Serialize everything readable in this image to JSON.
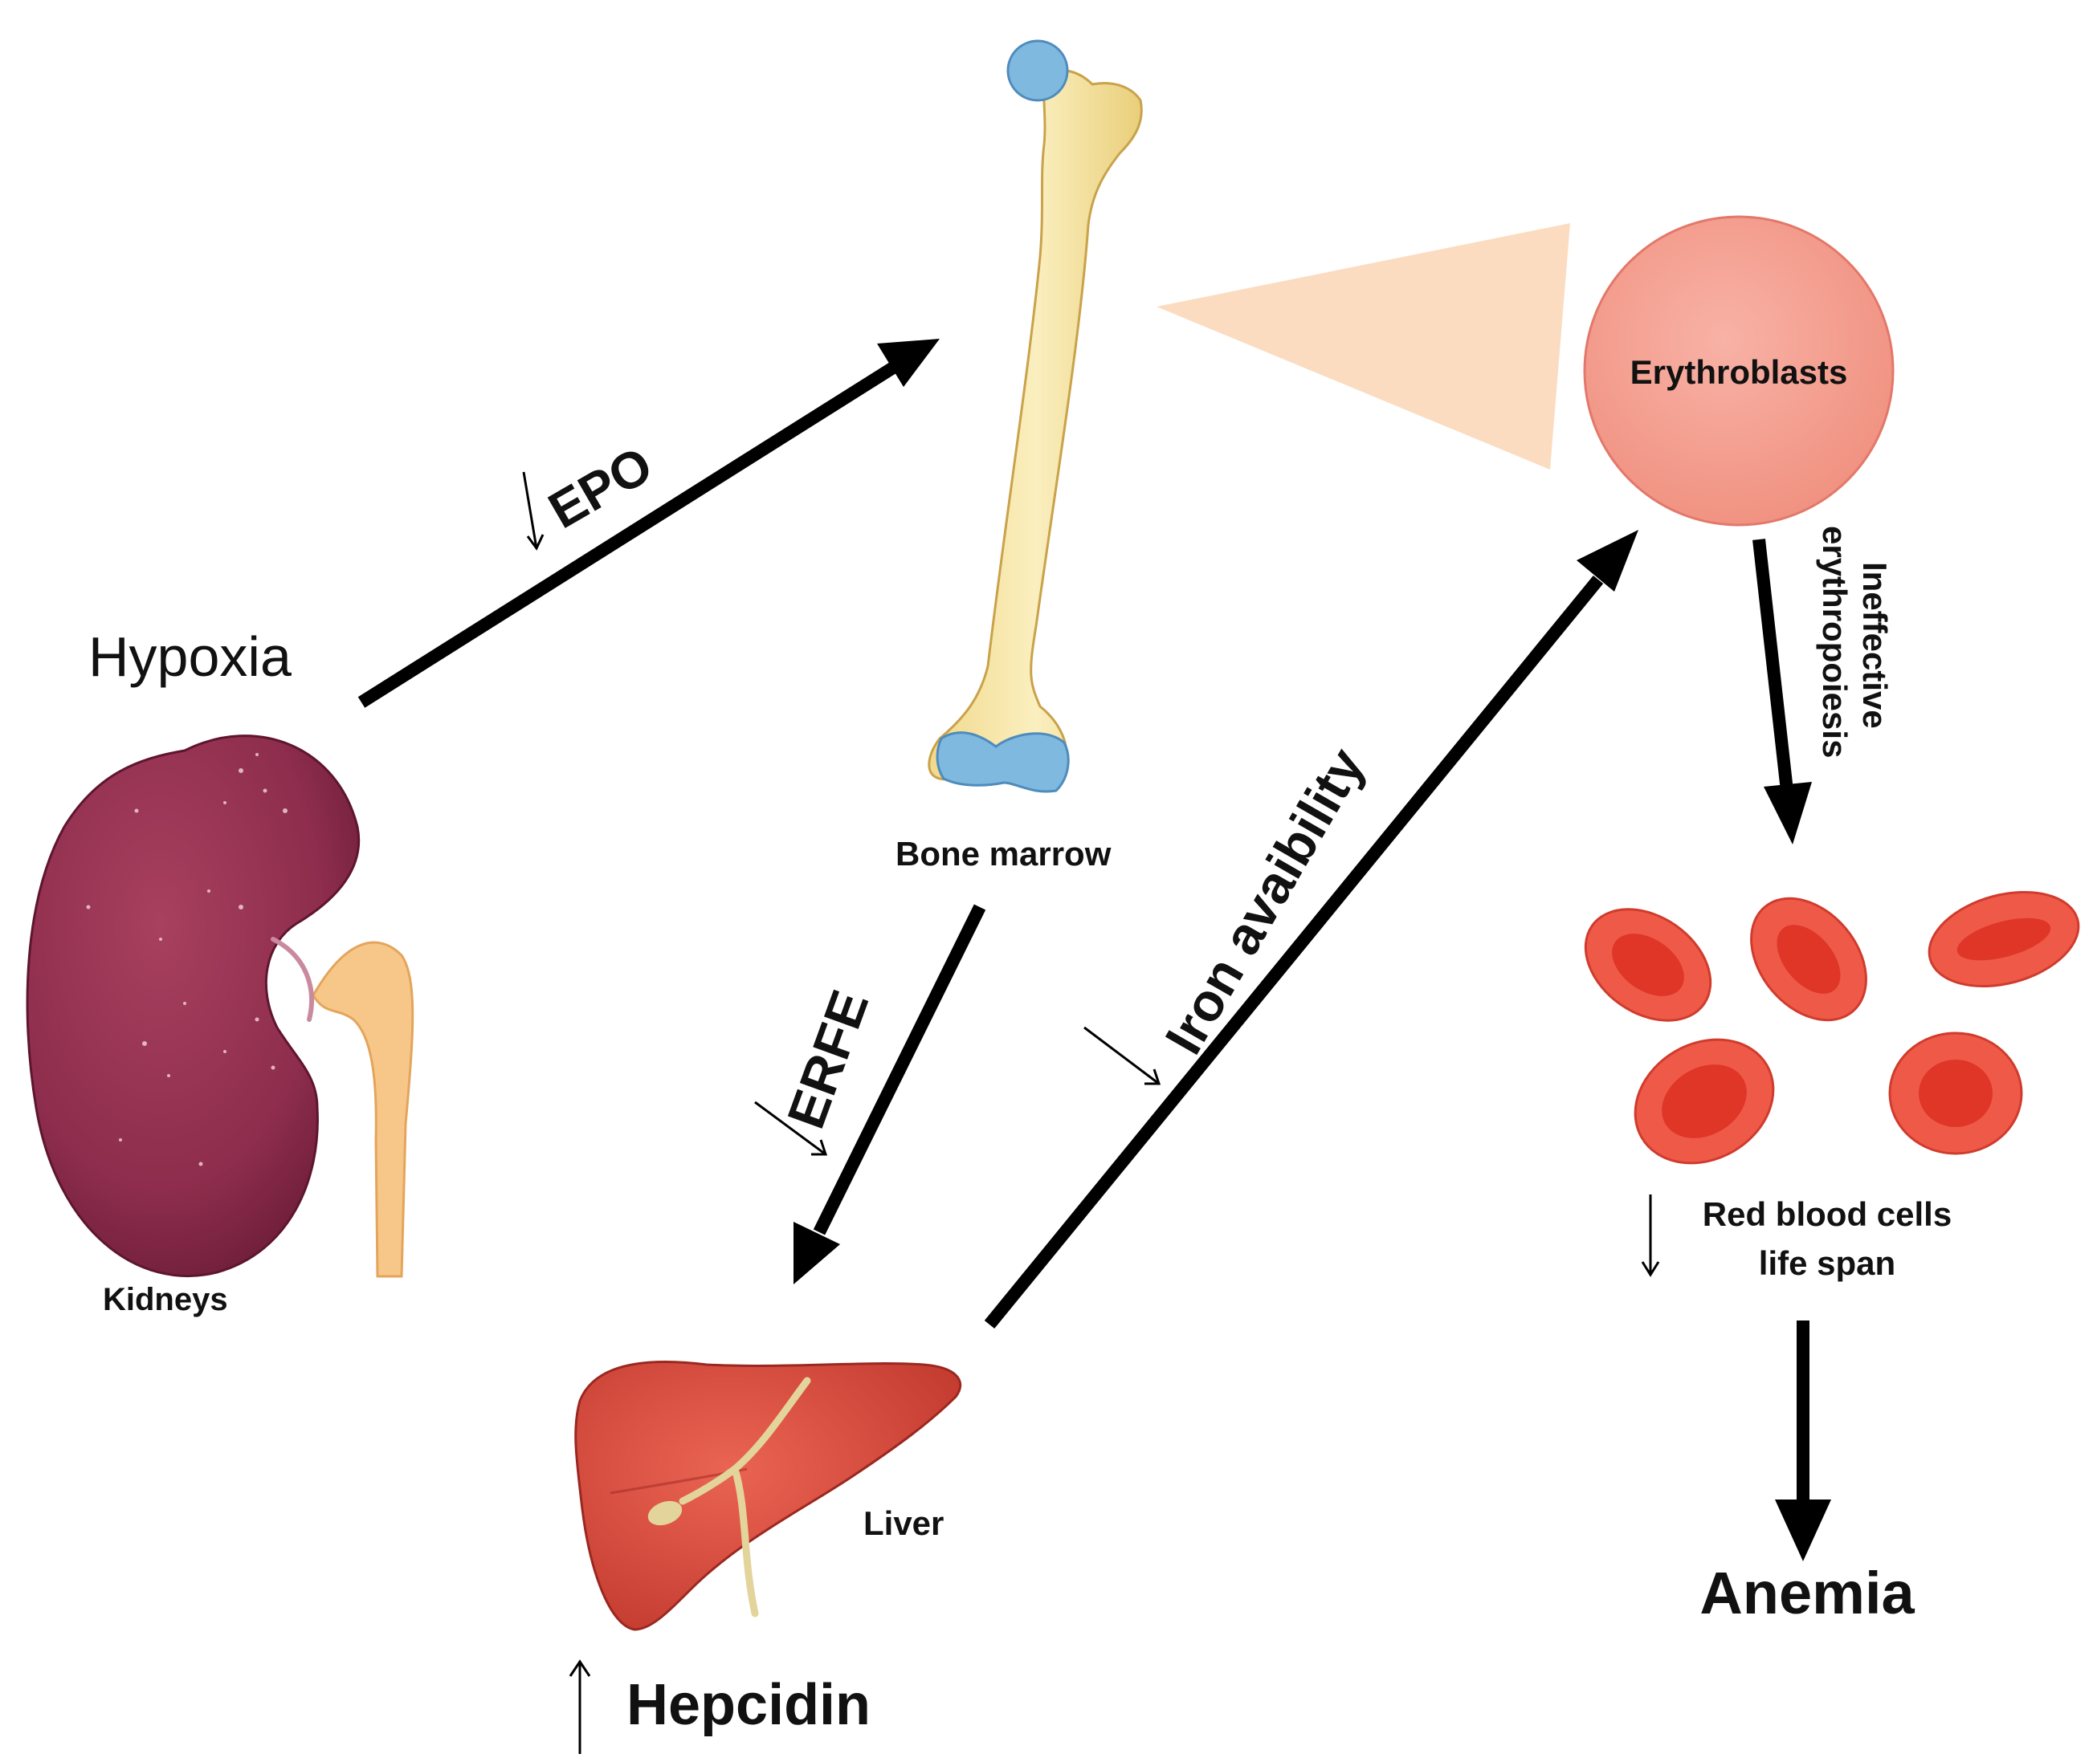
{
  "labels": {
    "hypoxia": "Hypoxia",
    "kidneys": "Kidneys",
    "epo": "EPO",
    "bone_marrow": "Bone marrow",
    "erythroblasts": "Erythroblasts",
    "ineffective_line1": "Ineffective",
    "ineffective_line2": "erythropoiesis",
    "erfe": "ERFE",
    "iron_availability": "Iron avaibility",
    "liver": "Liver",
    "hepcidin": "Hepcidin",
    "rbc_line1": "Red blood cells",
    "rbc_line2": "life span",
    "anemia": "Anemia"
  },
  "indicators": {
    "epo": "decrease",
    "erfe": "decrease",
    "iron_availability": "decrease",
    "hepcidin": "increase",
    "rbc_life_span": "decrease"
  },
  "colors": {
    "kidney": "#8e2d4d",
    "ureter": "#f7c78a",
    "bone": "#f6e6a6",
    "bone_cap": "#7fb9e0",
    "liver": "#d9483b",
    "bile": "#e3d49b",
    "erythroblast": "#f5a092",
    "wedge": "#fbdcc0",
    "rbc": "#ef4a3a",
    "arrow": "#000000"
  },
  "icons": [
    "kidney-icon",
    "bone-icon",
    "liver-icon",
    "erythroblast-icon",
    "red-blood-cell-icon"
  ]
}
